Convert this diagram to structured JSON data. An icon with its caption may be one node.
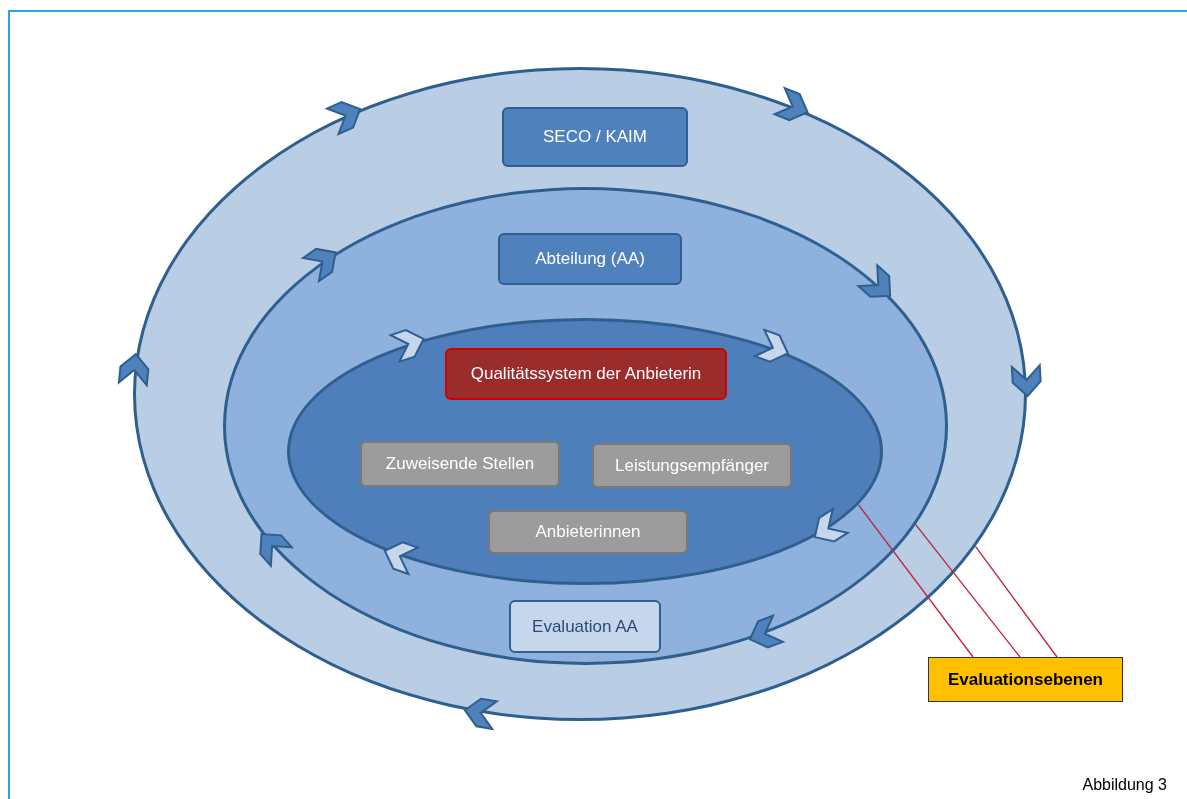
{
  "diagram": {
    "nodes": [
      {
        "text": [],
        "shape": "ellipse"
      },
      {
        "text": [
          "SECO / KAIM"
        ],
        "in": 0
      },
      {
        "text": [],
        "shape": "ellipse",
        "in": 0
      },
      {
        "text": [
          "Abteilung (AA)"
        ],
        "in": 2
      },
      {
        "text": [],
        "shape": "ellipse",
        "in": 2
      },
      {
        "text": [
          "Qualitätssystem der Anbieterin"
        ],
        "in": 4
      },
      {
        "text": [
          "Zuweisende Stellen"
        ],
        "in": 4
      },
      {
        "text": [
          "Leistungsempfänger"
        ],
        "in": 4
      },
      {
        "text": [
          "Anbieterinnen"
        ],
        "in": 4
      },
      {
        "text": [
          "Evaluation AA"
        ],
        "in": 2
      },
      {
        "text": [
          "Evaluationsebenen"
        ]
      }
    ],
    "edges": [
      {
        "from": 10,
        "to": 4,
        "arrow": "none",
        "color": "#c0203a"
      },
      {
        "from": 10,
        "to": 2,
        "arrow": "none",
        "color": "#c0203a"
      },
      {
        "from": 10,
        "to": 0,
        "arrow": "none",
        "color": "#c0203a"
      }
    ],
    "labels": [
      "Abbildung 3"
    ]
  }
}
